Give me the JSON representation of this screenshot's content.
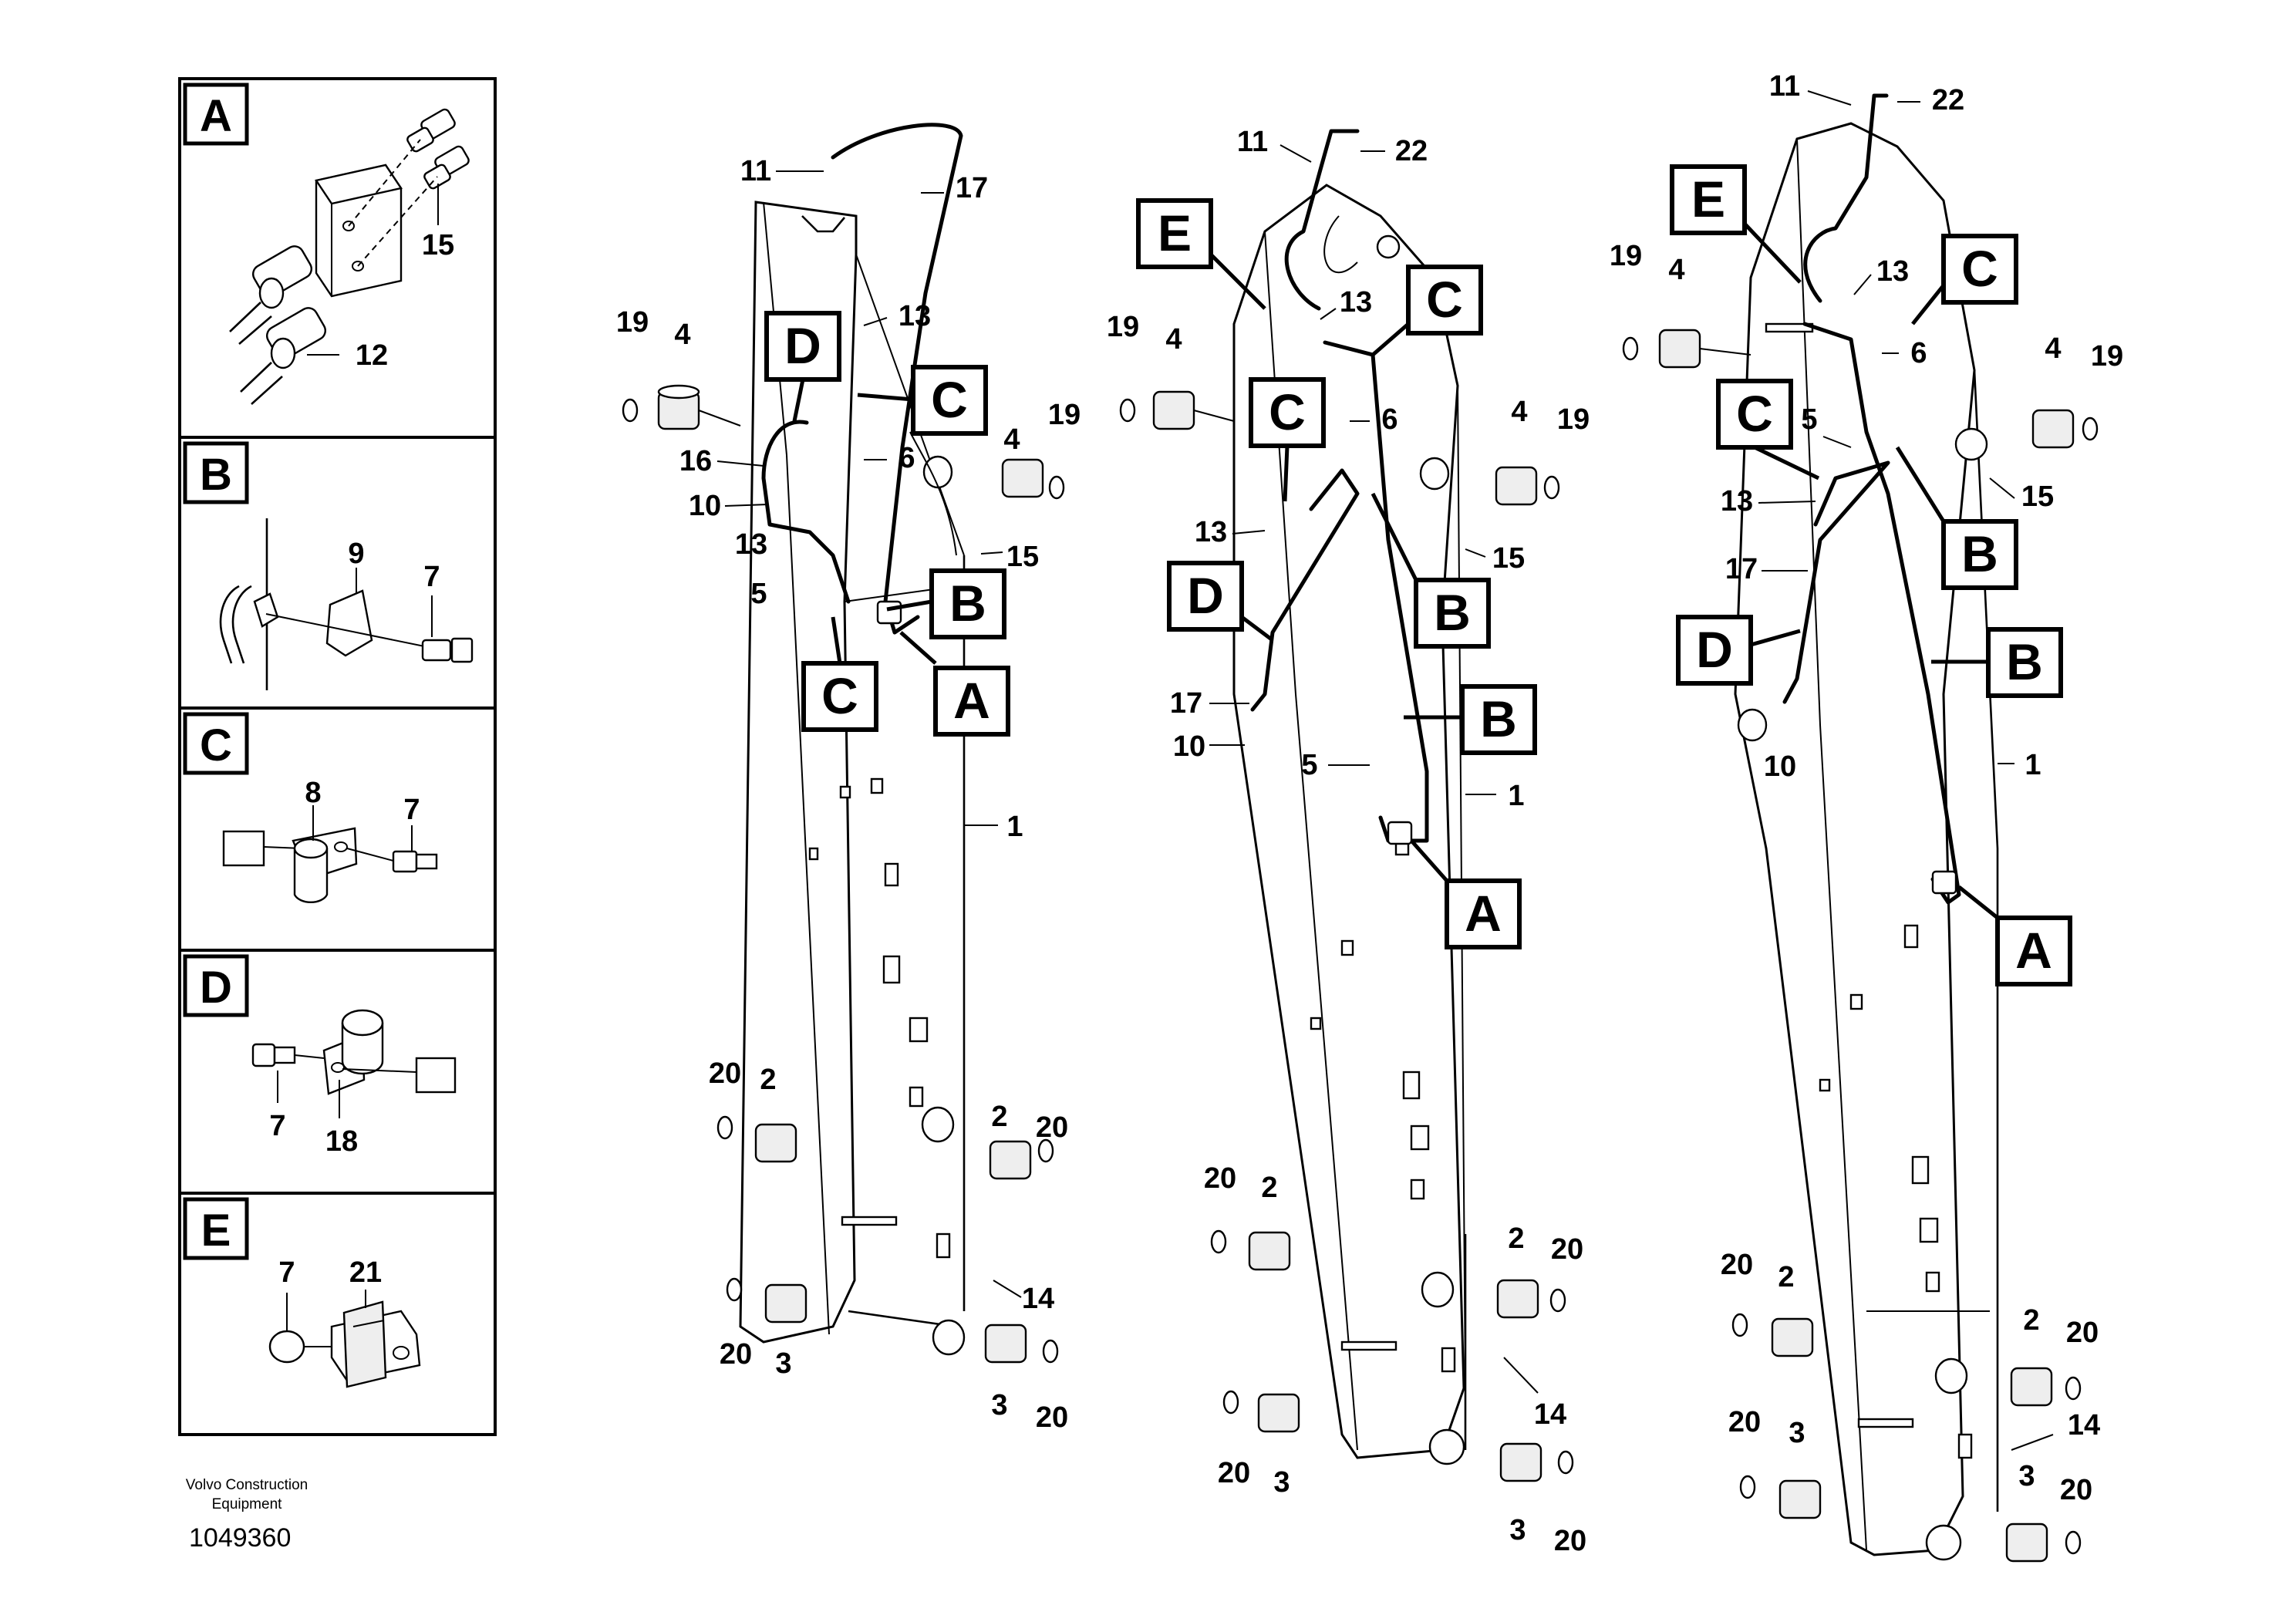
{
  "detail_panels": [
    {
      "letter": "A",
      "items": [
        "15",
        "12"
      ]
    },
    {
      "letter": "B",
      "items": [
        "9",
        "7"
      ]
    },
    {
      "letter": "C",
      "items": [
        "8",
        "7"
      ]
    },
    {
      "letter": "D",
      "items": [
        "7",
        "18"
      ]
    },
    {
      "letter": "E",
      "items": [
        "7",
        "21"
      ]
    }
  ],
  "footer": {
    "company_line1": "Volvo Construction",
    "company_line2": "Equipment",
    "document_number": "1049360"
  },
  "left_arm": {
    "callouts": [
      "A",
      "B",
      "C",
      "C",
      "D"
    ],
    "part_numbers": [
      "11",
      "17",
      "13",
      "19",
      "4",
      "16",
      "10",
      "6",
      "4",
      "19",
      "15",
      "13",
      "5",
      "1",
      "20",
      "2",
      "2",
      "20",
      "14",
      "20",
      "3",
      "3",
      "20"
    ]
  },
  "middle_arm": {
    "callouts": [
      "E",
      "C",
      "C",
      "D",
      "B",
      "B",
      "A"
    ],
    "part_numbers": [
      "11",
      "22",
      "13",
      "19",
      "4",
      "6",
      "4",
      "19",
      "13",
      "15",
      "17",
      "10",
      "5",
      "1",
      "20",
      "2",
      "2",
      "20",
      "14",
      "20",
      "3",
      "3",
      "20"
    ]
  },
  "right_arm": {
    "callouts": [
      "E",
      "C",
      "C",
      "B",
      "D",
      "B",
      "A"
    ],
    "part_numbers": [
      "11",
      "22",
      "13",
      "19",
      "4",
      "6",
      "4",
      "19",
      "5",
      "13",
      "15",
      "17",
      "10",
      "1",
      "20",
      "2",
      "2",
      "20",
      "20",
      "3",
      "14",
      "3",
      "20"
    ]
  }
}
